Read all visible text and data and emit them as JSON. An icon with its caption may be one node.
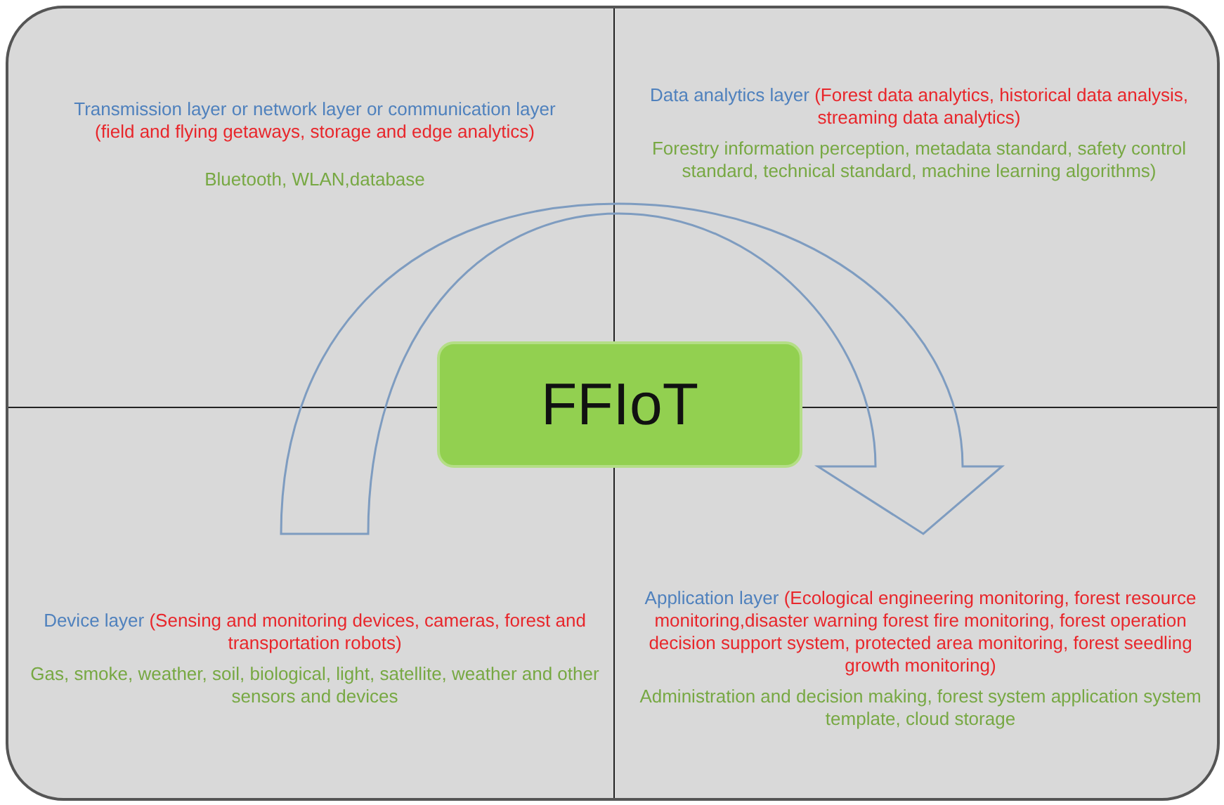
{
  "diagram": {
    "nodes": [
      {
        "text": [
          "Transmission layer or network layer or communication layer",
          "(field and flying getaways, storage and edge analytics)",
          "Bluetooth, WLAN,database"
        ]
      },
      {
        "text": [
          "Data analytics layer",
          "(Forest data analytics, historical data analysis, streaming data analytics)",
          "Forestry information perception, metadata standard, safety control standard, technical standard, machine learning algorithms)"
        ]
      },
      {
        "text": [
          "FFIoT"
        ]
      },
      {
        "text": [
          "Device layer",
          "(Sensing  and  monitoring devices, cameras, forest and transportation robots)",
          "Gas, smoke, weather, soil, biological, light, satellite, weather and other sensors and devices"
        ]
      },
      {
        "text": [
          "Application layer",
          "(Ecological engineering monitoring, forest resource monitoring,disaster warning forest fire monitoring, forest operation decision support system, protected area monitoring, forest seedling growth monitoring)",
          "Administration and decision making, forest system application system template, cloud storage"
        ]
      }
    ],
    "edges": [
      {
        "from": 3,
        "to": 4,
        "arrow": "to",
        "style": "thick"
      }
    ]
  }
}
